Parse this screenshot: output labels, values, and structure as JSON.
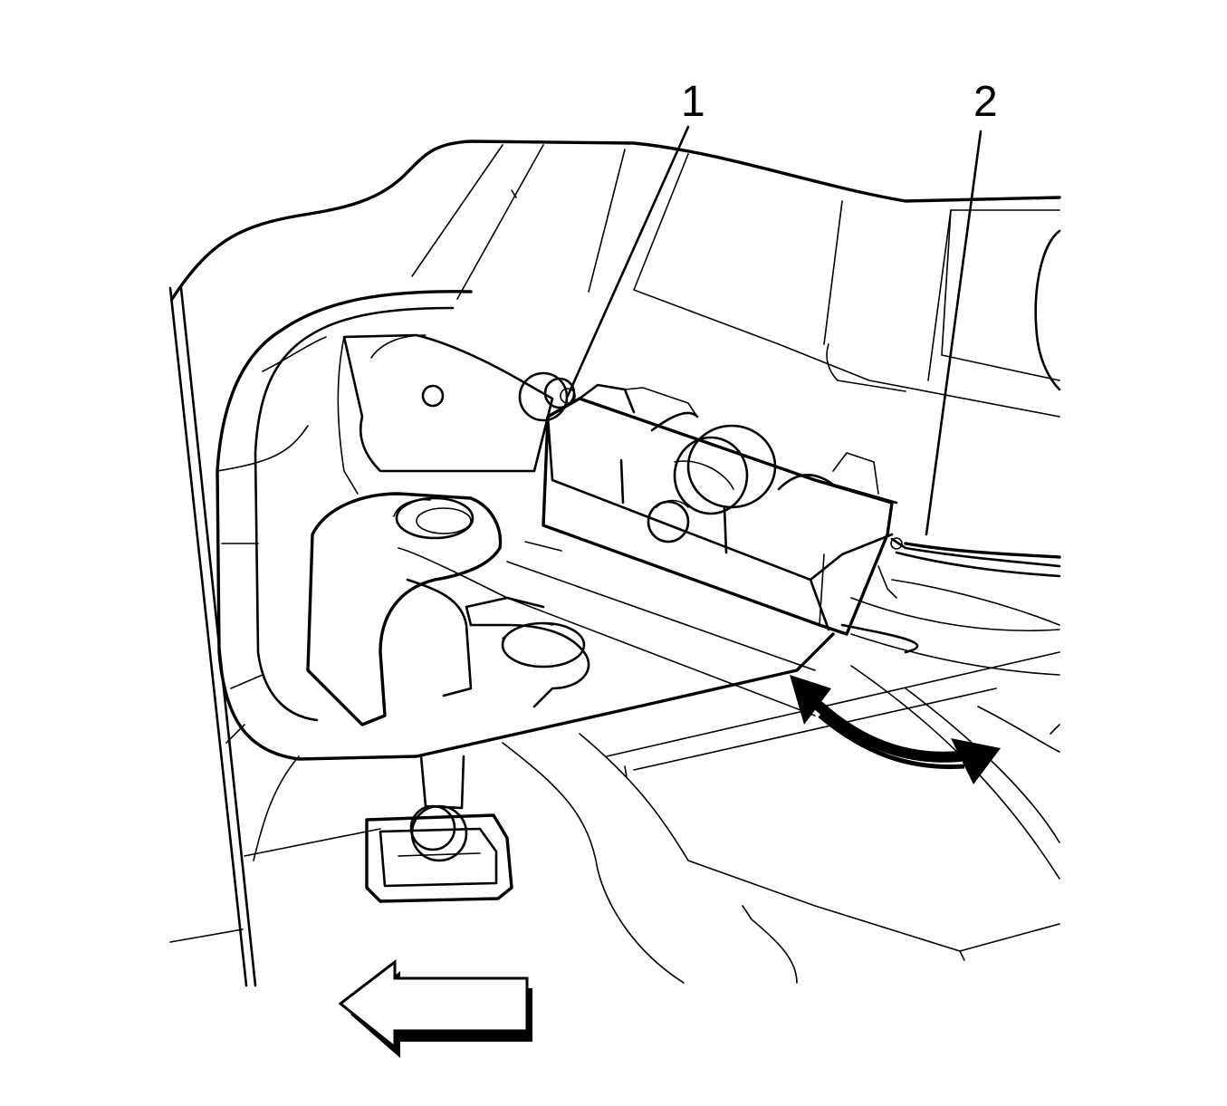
{
  "callouts": [
    {
      "id": 1,
      "label": "1"
    },
    {
      "id": 2,
      "label": "2"
    }
  ],
  "colors": {
    "line": "#000000",
    "background": "#ffffff"
  },
  "icons": {
    "direction_arrow": "arrow-left-icon",
    "rotation_arrow": "curved-double-arrow-icon"
  }
}
